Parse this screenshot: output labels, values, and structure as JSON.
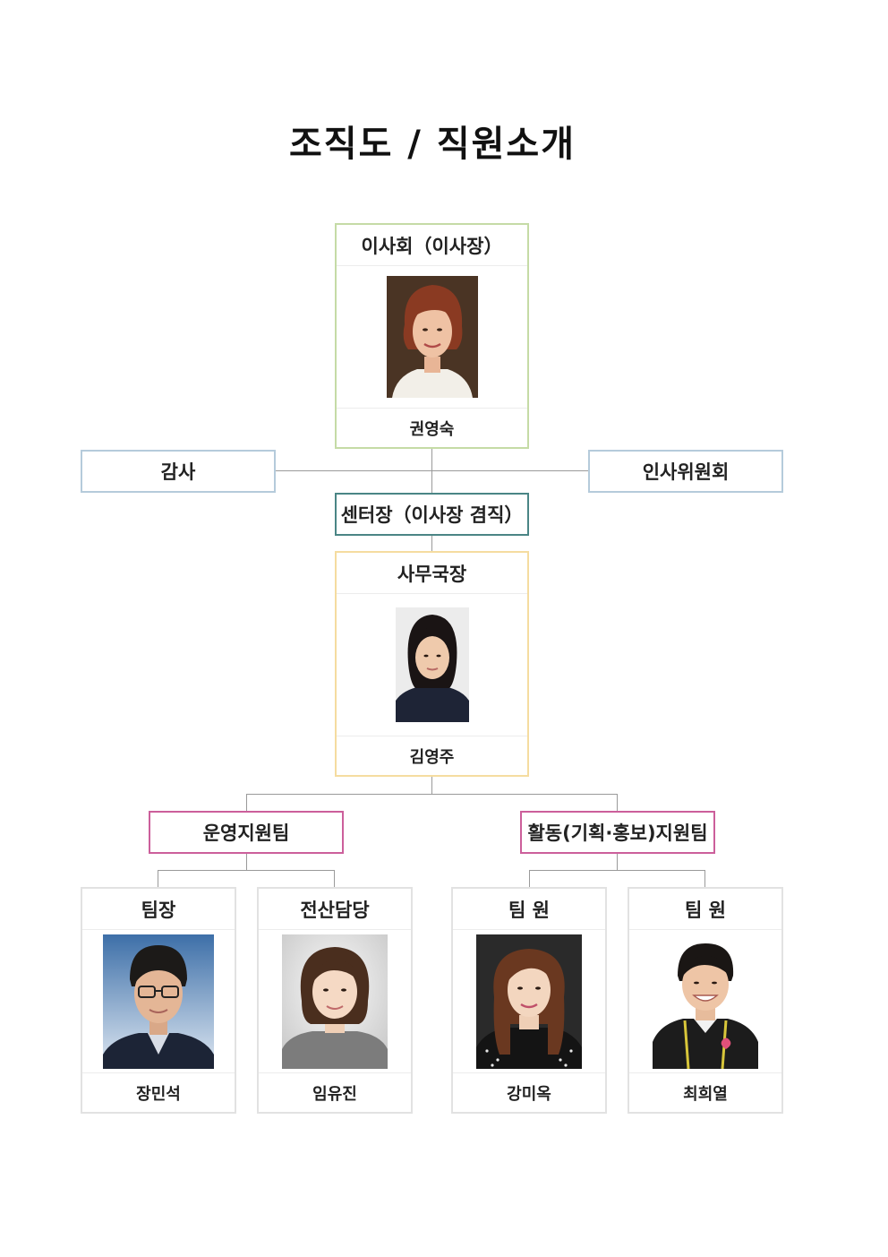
{
  "page_title": "조직도 / 직원소개",
  "board": {
    "role": "이사회（이사장）",
    "name": "권영숙",
    "photo": "chairwoman-portrait"
  },
  "auditor": {
    "label": "감사"
  },
  "hr_committee": {
    "label": "인사위원회"
  },
  "center_director": {
    "label": "센터장（이사장 겸직）"
  },
  "secretary_general": {
    "role": "사무국장",
    "name": "김영주",
    "photo": "secretary-general-portrait"
  },
  "teams": [
    {
      "label": "운영지원팀"
    },
    {
      "label": "활동(기획·홍보)지원팀"
    }
  ],
  "staff": [
    {
      "role": "팀장",
      "name": "장민석",
      "photo": "team-leader-portrait"
    },
    {
      "role": "전산담당",
      "name": "임유진",
      "photo": "it-staff-portrait"
    },
    {
      "role": "팀 원",
      "name": "강미옥",
      "photo": "team-member-portrait"
    },
    {
      "role": "팀 원",
      "name": "최희열",
      "photo": "team-member-portrait"
    }
  ],
  "colors": {
    "board_border": "#c5dba6",
    "side_border": "#b5cbdb",
    "director_border": "#4a8585",
    "secretary_border": "#f5dca0",
    "team_border": "#cc5f9b",
    "staff_border": "#e2e2e2",
    "connector": "#9a9a9a"
  }
}
